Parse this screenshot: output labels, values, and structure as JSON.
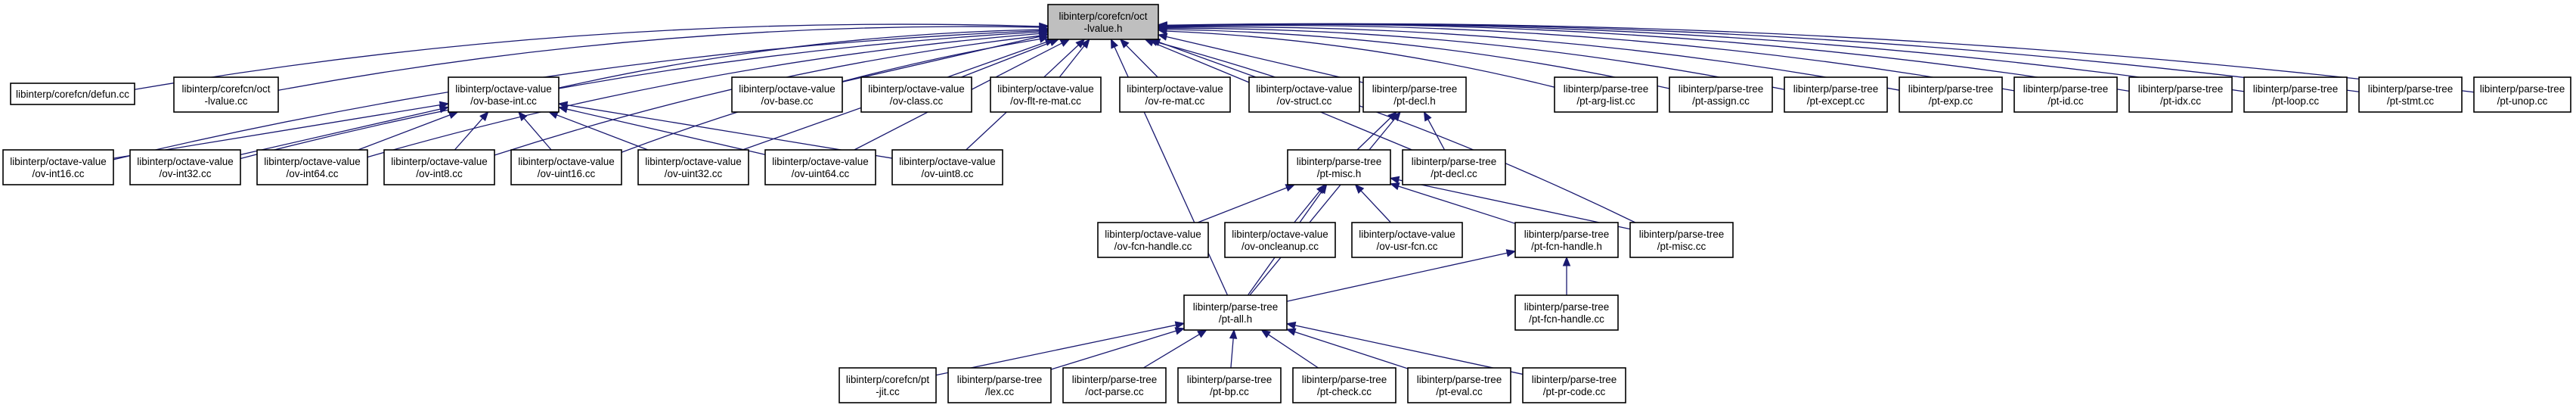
{
  "graph": {
    "type": "include-dependency-graph",
    "root": "oct_lvalue_h",
    "colors": {
      "edge": "#191970",
      "root_fill": "#bfbfbf",
      "node_fill": "#ffffff",
      "border": "#000000"
    },
    "nodes": [
      {
        "id": "oct_lvalue_h",
        "lines": [
          "libinterp/corefcn/oct",
          "-lvalue.h"
        ],
        "root": true
      },
      {
        "id": "defun_cc",
        "lines": [
          "libinterp/corefcn/defun.cc"
        ]
      },
      {
        "id": "oct_lvalue_cc",
        "lines": [
          "libinterp/corefcn/oct",
          "-lvalue.cc"
        ]
      },
      {
        "id": "ov_base_int_cc",
        "lines": [
          "libinterp/octave-value",
          "/ov-base-int.cc"
        ]
      },
      {
        "id": "ov_base_cc",
        "lines": [
          "libinterp/octave-value",
          "/ov-base.cc"
        ]
      },
      {
        "id": "ov_class_cc",
        "lines": [
          "libinterp/octave-value",
          "/ov-class.cc"
        ]
      },
      {
        "id": "ov_flt_re_mat_cc",
        "lines": [
          "libinterp/octave-value",
          "/ov-flt-re-mat.cc"
        ]
      },
      {
        "id": "ov_re_mat_cc",
        "lines": [
          "libinterp/octave-value",
          "/ov-re-mat.cc"
        ]
      },
      {
        "id": "ov_struct_cc",
        "lines": [
          "libinterp/octave-value",
          "/ov-struct.cc"
        ]
      },
      {
        "id": "pt_decl_h",
        "lines": [
          "libinterp/parse-tree",
          "/pt-decl.h"
        ]
      },
      {
        "id": "pt_arg_list_cc",
        "lines": [
          "libinterp/parse-tree",
          "/pt-arg-list.cc"
        ]
      },
      {
        "id": "pt_assign_cc",
        "lines": [
          "libinterp/parse-tree",
          "/pt-assign.cc"
        ]
      },
      {
        "id": "pt_except_cc",
        "lines": [
          "libinterp/parse-tree",
          "/pt-except.cc"
        ]
      },
      {
        "id": "pt_exp_cc",
        "lines": [
          "libinterp/parse-tree",
          "/pt-exp.cc"
        ]
      },
      {
        "id": "pt_id_cc",
        "lines": [
          "libinterp/parse-tree",
          "/pt-id.cc"
        ]
      },
      {
        "id": "pt_idx_cc",
        "lines": [
          "libinterp/parse-tree",
          "/pt-idx.cc"
        ]
      },
      {
        "id": "pt_loop_cc",
        "lines": [
          "libinterp/parse-tree",
          "/pt-loop.cc"
        ]
      },
      {
        "id": "pt_stmt_cc",
        "lines": [
          "libinterp/parse-tree",
          "/pt-stmt.cc"
        ]
      },
      {
        "id": "pt_unop_cc",
        "lines": [
          "libinterp/parse-tree",
          "/pt-unop.cc"
        ]
      },
      {
        "id": "ov_int16_cc",
        "lines": [
          "libinterp/octave-value",
          "/ov-int16.cc"
        ]
      },
      {
        "id": "ov_int32_cc",
        "lines": [
          "libinterp/octave-value",
          "/ov-int32.cc"
        ]
      },
      {
        "id": "ov_int64_cc",
        "lines": [
          "libinterp/octave-value",
          "/ov-int64.cc"
        ]
      },
      {
        "id": "ov_int8_cc",
        "lines": [
          "libinterp/octave-value",
          "/ov-int8.cc"
        ]
      },
      {
        "id": "ov_uint16_cc",
        "lines": [
          "libinterp/octave-value",
          "/ov-uint16.cc"
        ]
      },
      {
        "id": "ov_uint32_cc",
        "lines": [
          "libinterp/octave-value",
          "/ov-uint32.cc"
        ]
      },
      {
        "id": "ov_uint64_cc",
        "lines": [
          "libinterp/octave-value",
          "/ov-uint64.cc"
        ]
      },
      {
        "id": "ov_uint8_cc",
        "lines": [
          "libinterp/octave-value",
          "/ov-uint8.cc"
        ]
      },
      {
        "id": "pt_misc_h",
        "lines": [
          "libinterp/parse-tree",
          "/pt-misc.h"
        ]
      },
      {
        "id": "pt_decl_cc",
        "lines": [
          "libinterp/parse-tree",
          "/pt-decl.cc"
        ]
      },
      {
        "id": "ov_fcn_handle_cc",
        "lines": [
          "libinterp/octave-value",
          "/ov-fcn-handle.cc"
        ]
      },
      {
        "id": "ov_oncleanup_cc",
        "lines": [
          "libinterp/octave-value",
          "/ov-oncleanup.cc"
        ]
      },
      {
        "id": "ov_usr_fcn_cc",
        "lines": [
          "libinterp/octave-value",
          "/ov-usr-fcn.cc"
        ]
      },
      {
        "id": "pt_fcn_handle_h",
        "lines": [
          "libinterp/parse-tree",
          "/pt-fcn-handle.h"
        ]
      },
      {
        "id": "pt_misc_cc",
        "lines": [
          "libinterp/parse-tree",
          "/pt-misc.cc"
        ]
      },
      {
        "id": "pt_fcn_handle_cc",
        "lines": [
          "libinterp/parse-tree",
          "/pt-fcn-handle.cc"
        ]
      },
      {
        "id": "pt_all_h",
        "lines": [
          "libinterp/parse-tree",
          "/pt-all.h"
        ]
      },
      {
        "id": "pt_jit_cc",
        "lines": [
          "libinterp/corefcn/pt",
          "-jit.cc"
        ]
      },
      {
        "id": "lex_cc",
        "lines": [
          "libinterp/parse-tree",
          "/lex.cc"
        ]
      },
      {
        "id": "oct_parse_cc",
        "lines": [
          "libinterp/parse-tree",
          "/oct-parse.cc"
        ]
      },
      {
        "id": "pt_bp_cc",
        "lines": [
          "libinterp/parse-tree",
          "/pt-bp.cc"
        ]
      },
      {
        "id": "pt_check_cc",
        "lines": [
          "libinterp/parse-tree",
          "/pt-check.cc"
        ]
      },
      {
        "id": "pt_eval_cc",
        "lines": [
          "libinterp/parse-tree",
          "/pt-eval.cc"
        ]
      },
      {
        "id": "pt_pr_code_cc",
        "lines": [
          "libinterp/parse-tree",
          "/pt-pr-code.cc"
        ]
      }
    ],
    "edges": [
      [
        "defun_cc",
        "oct_lvalue_h"
      ],
      [
        "oct_lvalue_cc",
        "oct_lvalue_h"
      ],
      [
        "ov_base_int_cc",
        "oct_lvalue_h"
      ],
      [
        "ov_base_cc",
        "oct_lvalue_h"
      ],
      [
        "ov_class_cc",
        "oct_lvalue_h"
      ],
      [
        "ov_flt_re_mat_cc",
        "oct_lvalue_h"
      ],
      [
        "ov_re_mat_cc",
        "oct_lvalue_h"
      ],
      [
        "ov_struct_cc",
        "oct_lvalue_h"
      ],
      [
        "pt_decl_h",
        "oct_lvalue_h"
      ],
      [
        "pt_arg_list_cc",
        "oct_lvalue_h"
      ],
      [
        "pt_assign_cc",
        "oct_lvalue_h"
      ],
      [
        "pt_except_cc",
        "oct_lvalue_h"
      ],
      [
        "pt_exp_cc",
        "oct_lvalue_h"
      ],
      [
        "pt_id_cc",
        "oct_lvalue_h"
      ],
      [
        "pt_idx_cc",
        "oct_lvalue_h"
      ],
      [
        "pt_loop_cc",
        "oct_lvalue_h"
      ],
      [
        "pt_stmt_cc",
        "oct_lvalue_h"
      ],
      [
        "pt_unop_cc",
        "oct_lvalue_h"
      ],
      [
        "ov_int16_cc",
        "oct_lvalue_h"
      ],
      [
        "ov_int32_cc",
        "oct_lvalue_h"
      ],
      [
        "ov_int64_cc",
        "oct_lvalue_h"
      ],
      [
        "ov_int8_cc",
        "oct_lvalue_h"
      ],
      [
        "ov_uint16_cc",
        "oct_lvalue_h"
      ],
      [
        "ov_uint32_cc",
        "oct_lvalue_h"
      ],
      [
        "ov_uint64_cc",
        "oct_lvalue_h"
      ],
      [
        "ov_uint8_cc",
        "oct_lvalue_h"
      ],
      [
        "pt_decl_cc",
        "oct_lvalue_h"
      ],
      [
        "pt_misc_cc",
        "oct_lvalue_h"
      ],
      [
        "pt_all_h",
        "oct_lvalue_h"
      ],
      [
        "ov_int16_cc",
        "ov_base_int_cc"
      ],
      [
        "ov_int32_cc",
        "ov_base_int_cc"
      ],
      [
        "ov_int64_cc",
        "ov_base_int_cc"
      ],
      [
        "ov_int8_cc",
        "ov_base_int_cc"
      ],
      [
        "ov_uint16_cc",
        "ov_base_int_cc"
      ],
      [
        "ov_uint32_cc",
        "ov_base_int_cc"
      ],
      [
        "ov_uint64_cc",
        "ov_base_int_cc"
      ],
      [
        "ov_uint8_cc",
        "ov_base_int_cc"
      ],
      [
        "pt_misc_h",
        "pt_decl_h"
      ],
      [
        "pt_decl_cc",
        "pt_decl_h"
      ],
      [
        "pt_all_h",
        "pt_decl_h"
      ],
      [
        "ov_fcn_handle_cc",
        "pt_misc_h"
      ],
      [
        "ov_oncleanup_cc",
        "pt_misc_h"
      ],
      [
        "ov_usr_fcn_cc",
        "pt_misc_h"
      ],
      [
        "pt_fcn_handle_h",
        "pt_misc_h"
      ],
      [
        "pt_misc_cc",
        "pt_misc_h"
      ],
      [
        "pt_all_h",
        "pt_misc_h"
      ],
      [
        "pt_fcn_handle_cc",
        "pt_fcn_handle_h"
      ],
      [
        "pt_all_h",
        "pt_fcn_handle_h"
      ],
      [
        "pt_jit_cc",
        "pt_all_h"
      ],
      [
        "lex_cc",
        "pt_all_h"
      ],
      [
        "oct_parse_cc",
        "pt_all_h"
      ],
      [
        "pt_bp_cc",
        "pt_all_h"
      ],
      [
        "pt_check_cc",
        "pt_all_h"
      ],
      [
        "pt_eval_cc",
        "pt_all_h"
      ],
      [
        "pt_pr_code_cc",
        "pt_all_h"
      ]
    ]
  }
}
